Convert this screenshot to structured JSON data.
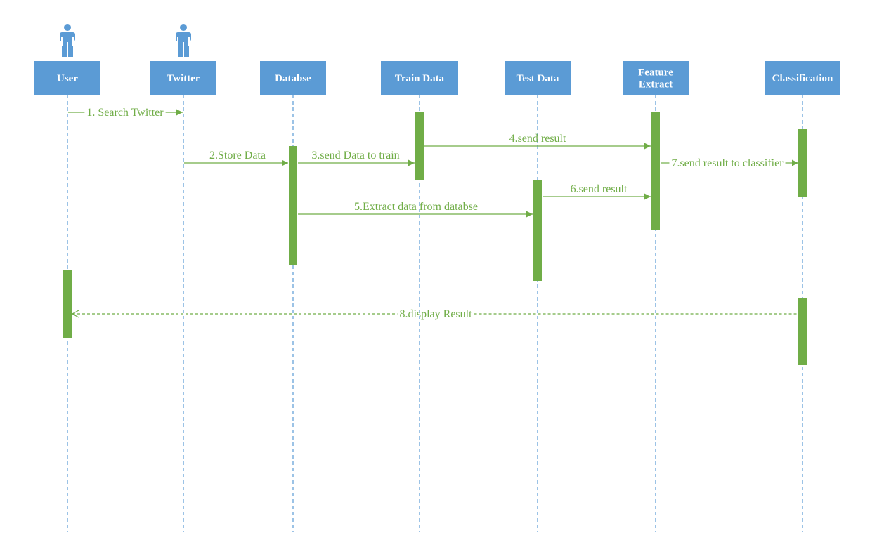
{
  "colors": {
    "header_fill": "#5B9BD5",
    "header_text": "#ffffff",
    "lifeline": "#5B9BD5",
    "actor_icon": "#5B9BD5",
    "activation_fill": "#70AD47",
    "message": "#70AD47",
    "background": "#ffffff"
  },
  "lifelines": [
    {
      "id": "user",
      "label_lines": [
        "User"
      ],
      "actor": true,
      "icon": "person-icon"
    },
    {
      "id": "twitter",
      "label_lines": [
        "Twitter"
      ],
      "actor": true,
      "icon": "person-icon"
    },
    {
      "id": "database",
      "label_lines": [
        "Databse"
      ],
      "actor": false
    },
    {
      "id": "train",
      "label_lines": [
        "Train Data"
      ],
      "actor": false
    },
    {
      "id": "test",
      "label_lines": [
        "Test Data"
      ],
      "actor": false
    },
    {
      "id": "feature",
      "label_lines": [
        "Feature",
        "Extract"
      ],
      "actor": false
    },
    {
      "id": "classification",
      "label_lines": [
        "Classification"
      ],
      "actor": false
    }
  ],
  "messages": [
    {
      "id": "m1",
      "label": "1. Search Twitter",
      "from": "user",
      "to": "twitter",
      "style": "solid"
    },
    {
      "id": "m2",
      "label": "2.Store Data",
      "from": "twitter",
      "to": "database",
      "style": "solid"
    },
    {
      "id": "m3",
      "label": "3.send  Data  to train",
      "from": "database",
      "to": "train",
      "style": "solid"
    },
    {
      "id": "m4",
      "label": "4.send result",
      "from": "train",
      "to": "feature",
      "style": "solid"
    },
    {
      "id": "m5",
      "label": "5.Extract data from databse",
      "from": "database",
      "to": "test",
      "style": "solid"
    },
    {
      "id": "m6",
      "label": "6.send result",
      "from": "test",
      "to": "feature",
      "style": "solid"
    },
    {
      "id": "m7",
      "label": "7.send result  to classifier",
      "from": "feature",
      "to": "classification",
      "style": "solid"
    },
    {
      "id": "m8",
      "label": "8.display Result",
      "from": "classification",
      "to": "user",
      "style": "dashed"
    }
  ]
}
